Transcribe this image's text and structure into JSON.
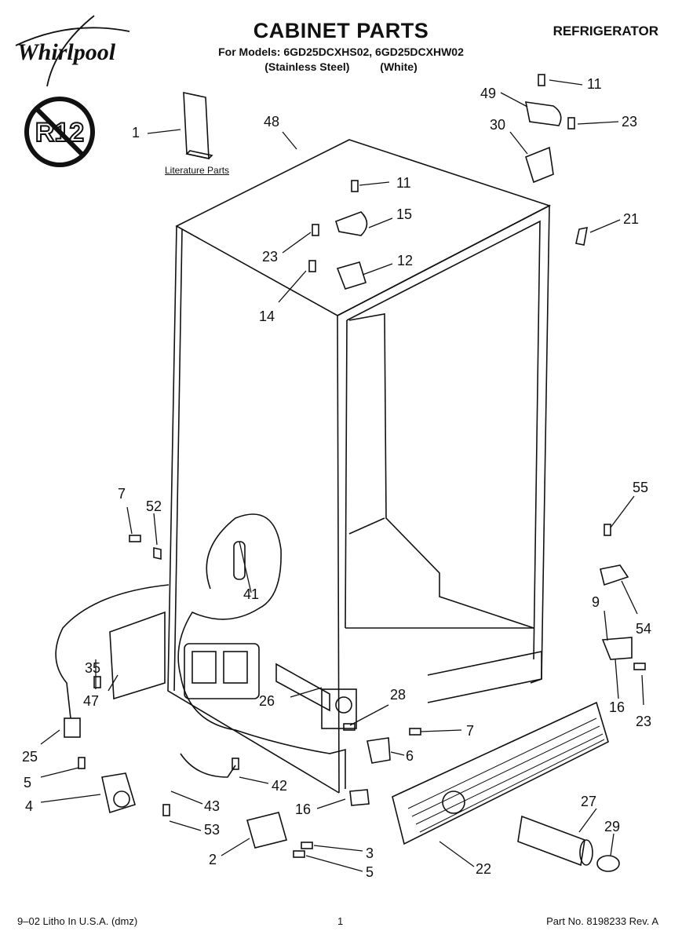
{
  "header": {
    "brand": "Whirlpool",
    "title": "CABINET PARTS",
    "category": "REFRIGERATOR",
    "models": "For Models: 6GD25DCXHS02, 6GD25DCXHW02",
    "variants": "(Stainless Steel)          (White)",
    "refrigerant_badge": "R12"
  },
  "literature_label": "Literature Parts",
  "callouts": [
    {
      "id": "c1",
      "text": "1"
    },
    {
      "id": "c48",
      "text": "48"
    },
    {
      "id": "c49",
      "text": "49"
    },
    {
      "id": "c11a",
      "text": "11"
    },
    {
      "id": "c30",
      "text": "30"
    },
    {
      "id": "c23a",
      "text": "23"
    },
    {
      "id": "c11b",
      "text": "11"
    },
    {
      "id": "c15",
      "text": "15"
    },
    {
      "id": "c21",
      "text": "21"
    },
    {
      "id": "c23b",
      "text": "23"
    },
    {
      "id": "c12",
      "text": "12"
    },
    {
      "id": "c14",
      "text": "14"
    },
    {
      "id": "c55",
      "text": "55"
    },
    {
      "id": "c7a",
      "text": "7"
    },
    {
      "id": "c52",
      "text": "52"
    },
    {
      "id": "c41",
      "text": "41"
    },
    {
      "id": "c54",
      "text": "54"
    },
    {
      "id": "c9",
      "text": "9"
    },
    {
      "id": "c35",
      "text": "35"
    },
    {
      "id": "c47",
      "text": "47"
    },
    {
      "id": "c26",
      "text": "26"
    },
    {
      "id": "c28",
      "text": "28"
    },
    {
      "id": "c16a",
      "text": "16"
    },
    {
      "id": "c23c",
      "text": "23"
    },
    {
      "id": "c7b",
      "text": "7"
    },
    {
      "id": "c25",
      "text": "25"
    },
    {
      "id": "c6",
      "text": "6"
    },
    {
      "id": "c5a",
      "text": "5"
    },
    {
      "id": "c42",
      "text": "42"
    },
    {
      "id": "c27",
      "text": "27"
    },
    {
      "id": "c4",
      "text": "4"
    },
    {
      "id": "c43",
      "text": "43"
    },
    {
      "id": "c16b",
      "text": "16"
    },
    {
      "id": "c29",
      "text": "29"
    },
    {
      "id": "c53",
      "text": "53"
    },
    {
      "id": "c3",
      "text": "3"
    },
    {
      "id": "c2",
      "text": "2"
    },
    {
      "id": "c5b",
      "text": "5"
    },
    {
      "id": "c22",
      "text": "22"
    }
  ],
  "footer": {
    "litho": "9–02 Litho In U.S.A. (dmz)",
    "page": "1",
    "part_no": "Part No. 8198233 Rev. A"
  }
}
